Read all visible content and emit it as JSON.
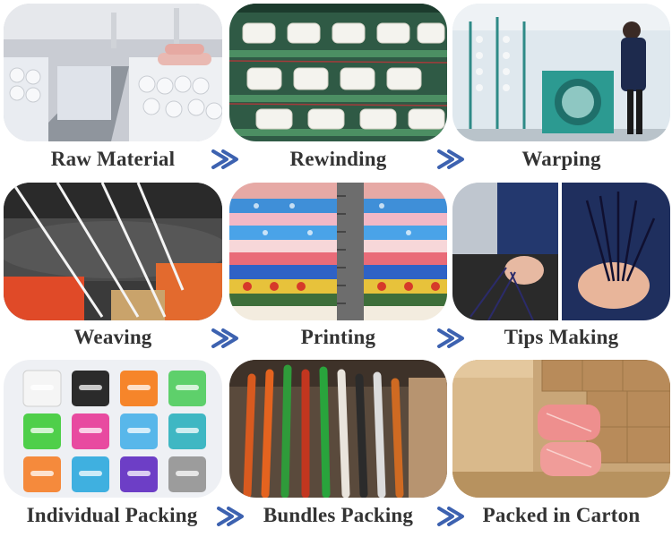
{
  "steps": [
    {
      "label": "Raw Material"
    },
    {
      "label": "Rewinding"
    },
    {
      "label": "Warping"
    },
    {
      "label": "Weaving"
    },
    {
      "label": "Printing"
    },
    {
      "label": "Tips Making"
    },
    {
      "label": "Individual Packing"
    },
    {
      "label": "Bundles Packing"
    },
    {
      "label": "Packed in Carton"
    }
  ],
  "colors": {
    "arrow": "#3d62b0",
    "label": "#333333"
  },
  "icons": {
    "arrow": "arrow-right-icon"
  }
}
